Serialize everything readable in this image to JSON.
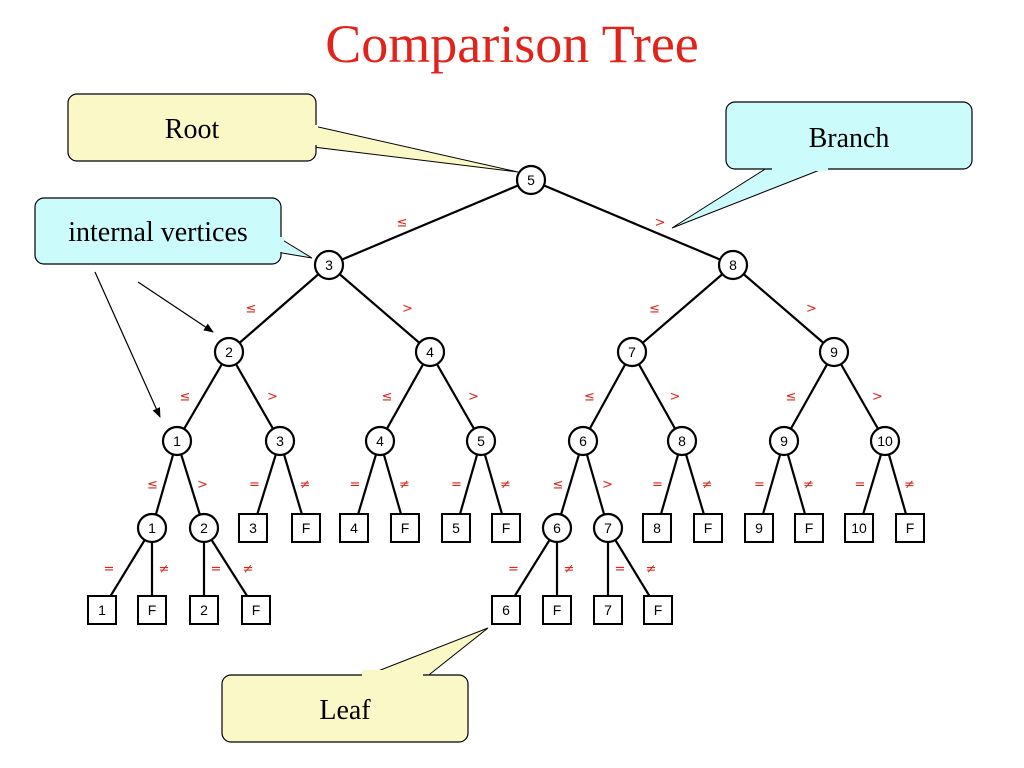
{
  "title": "Comparison Tree",
  "colors": {
    "title": "#e0241b",
    "edge_labels": "#e0241b",
    "callout_yellow": "#fbf8c8",
    "callout_cyan": "#ccfbfb"
  },
  "callouts": {
    "root": "Root",
    "branch": "Branch",
    "internal": "internal vertices",
    "leaf": "Leaf"
  },
  "symbols": {
    "le": "≤",
    "gt": ">",
    "eq": "=",
    "ne": "≠"
  },
  "nodes": [
    {
      "id": "n5",
      "label": "5",
      "shape": "circle"
    },
    {
      "id": "n3",
      "label": "3",
      "shape": "circle"
    },
    {
      "id": "n8",
      "label": "8",
      "shape": "circle"
    },
    {
      "id": "n2",
      "label": "2",
      "shape": "circle"
    },
    {
      "id": "n4",
      "label": "4",
      "shape": "circle"
    },
    {
      "id": "n7",
      "label": "7",
      "shape": "circle"
    },
    {
      "id": "n9",
      "label": "9",
      "shape": "circle"
    },
    {
      "id": "n1",
      "label": "1",
      "shape": "circle"
    },
    {
      "id": "n3b",
      "label": "3",
      "shape": "circle"
    },
    {
      "id": "n4b",
      "label": "4",
      "shape": "circle"
    },
    {
      "id": "n5b",
      "label": "5",
      "shape": "circle"
    },
    {
      "id": "n6",
      "label": "6",
      "shape": "circle"
    },
    {
      "id": "n8b",
      "label": "8",
      "shape": "circle"
    },
    {
      "id": "n9b",
      "label": "9",
      "shape": "circle"
    },
    {
      "id": "n10",
      "label": "10",
      "shape": "circle"
    },
    {
      "id": "n1b",
      "label": "1",
      "shape": "circle"
    },
    {
      "id": "n2b",
      "label": "2",
      "shape": "circle"
    },
    {
      "id": "l3",
      "label": "3",
      "shape": "square"
    },
    {
      "id": "lF3",
      "label": "F",
      "shape": "square"
    },
    {
      "id": "l4",
      "label": "4",
      "shape": "square"
    },
    {
      "id": "lF4",
      "label": "F",
      "shape": "square"
    },
    {
      "id": "l5",
      "label": "5",
      "shape": "square"
    },
    {
      "id": "lF5",
      "label": "F",
      "shape": "square"
    },
    {
      "id": "n6b",
      "label": "6",
      "shape": "circle"
    },
    {
      "id": "n7b",
      "label": "7",
      "shape": "circle"
    },
    {
      "id": "l8",
      "label": "8",
      "shape": "square"
    },
    {
      "id": "lF8",
      "label": "F",
      "shape": "square"
    },
    {
      "id": "l9",
      "label": "9",
      "shape": "square"
    },
    {
      "id": "lF9",
      "label": "F",
      "shape": "square"
    },
    {
      "id": "l10",
      "label": "10",
      "shape": "square"
    },
    {
      "id": "lF10",
      "label": "F",
      "shape": "square"
    },
    {
      "id": "l1",
      "label": "1",
      "shape": "square"
    },
    {
      "id": "lF1",
      "label": "F",
      "shape": "square"
    },
    {
      "id": "l2",
      "label": "2",
      "shape": "square"
    },
    {
      "id": "lF2",
      "label": "F",
      "shape": "square"
    },
    {
      "id": "l6",
      "label": "6",
      "shape": "square"
    },
    {
      "id": "lF6",
      "label": "F",
      "shape": "square"
    },
    {
      "id": "l7",
      "label": "7",
      "shape": "square"
    },
    {
      "id": "lF7",
      "label": "F",
      "shape": "square"
    }
  ],
  "edges": [
    {
      "from": "n5",
      "to": "n3",
      "label": "≤"
    },
    {
      "from": "n5",
      "to": "n8",
      "label": ">"
    },
    {
      "from": "n3",
      "to": "n2",
      "label": "≤"
    },
    {
      "from": "n3",
      "to": "n4",
      "label": ">"
    },
    {
      "from": "n8",
      "to": "n7",
      "label": "≤"
    },
    {
      "from": "n8",
      "to": "n9",
      "label": ">"
    },
    {
      "from": "n2",
      "to": "n1",
      "label": "≤"
    },
    {
      "from": "n2",
      "to": "n3b",
      "label": ">"
    },
    {
      "from": "n4",
      "to": "n4b",
      "label": "≤"
    },
    {
      "from": "n4",
      "to": "n5b",
      "label": ">"
    },
    {
      "from": "n7",
      "to": "n6",
      "label": "≤"
    },
    {
      "from": "n7",
      "to": "n8b",
      "label": ">"
    },
    {
      "from": "n9",
      "to": "n9b",
      "label": "≤"
    },
    {
      "from": "n9",
      "to": "n10",
      "label": ">"
    },
    {
      "from": "n1",
      "to": "n1b",
      "label": "≤"
    },
    {
      "from": "n1",
      "to": "n2b",
      "label": ">"
    },
    {
      "from": "n3b",
      "to": "l3",
      "label": "="
    },
    {
      "from": "n3b",
      "to": "lF3",
      "label": "≠"
    },
    {
      "from": "n4b",
      "to": "l4",
      "label": "="
    },
    {
      "from": "n4b",
      "to": "lF4",
      "label": "≠"
    },
    {
      "from": "n5b",
      "to": "l5",
      "label": "="
    },
    {
      "from": "n5b",
      "to": "lF5",
      "label": "≠"
    },
    {
      "from": "n6",
      "to": "n6b",
      "label": "≤"
    },
    {
      "from": "n6",
      "to": "n7b",
      "label": ">"
    },
    {
      "from": "n8b",
      "to": "l8",
      "label": "="
    },
    {
      "from": "n8b",
      "to": "lF8",
      "label": "≠"
    },
    {
      "from": "n9b",
      "to": "l9",
      "label": "="
    },
    {
      "from": "n9b",
      "to": "lF9",
      "label": "≠"
    },
    {
      "from": "n10",
      "to": "l10",
      "label": "="
    },
    {
      "from": "n10",
      "to": "lF10",
      "label": "≠"
    },
    {
      "from": "n1b",
      "to": "l1",
      "label": "="
    },
    {
      "from": "n1b",
      "to": "lF1",
      "label": "≠"
    },
    {
      "from": "n2b",
      "to": "l2",
      "label": "="
    },
    {
      "from": "n2b",
      "to": "lF2",
      "label": "≠"
    },
    {
      "from": "n6b",
      "to": "l6",
      "label": "="
    },
    {
      "from": "n6b",
      "to": "lF6",
      "label": "≠"
    },
    {
      "from": "n7b",
      "to": "l7",
      "label": "="
    },
    {
      "from": "n7b",
      "to": "lF7",
      "label": "≠"
    }
  ]
}
